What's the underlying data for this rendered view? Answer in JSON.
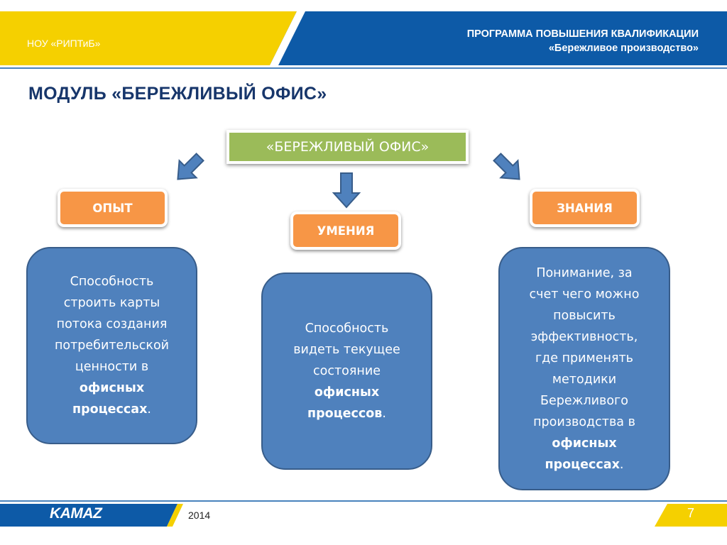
{
  "header": {
    "org": "НОУ «РИПТиБ»",
    "program_line1": "ПРОГРАММА ПОВЫШЕНИЯ КВАЛИФИКАЦИИ",
    "program_line2": "«Бережливое производство»"
  },
  "title": "МОДУЛЬ «БЕРЕЖЛИВЫЙ ОФИС»",
  "center": "«БЕРЕЖЛИВЫЙ ОФИС»",
  "labels": {
    "left": "ОПЫТ",
    "middle": "УМЕНИЯ",
    "right": "ЗНАНИЯ"
  },
  "cards": {
    "left": {
      "lines": [
        "Способность",
        "строить карты",
        "потока создания",
        "потребительской",
        "ценности в"
      ],
      "bold1": "офисных",
      "bold2": "процессах",
      "tail": "."
    },
    "middle": {
      "lines": [
        "Способность",
        "видеть текущее",
        "состояние"
      ],
      "bold1": "офисных",
      "bold2": "процессов",
      "tail": "."
    },
    "right": {
      "lines": [
        "Понимание, за",
        "счет чего можно",
        "повысить",
        "эффективность,",
        "где применять",
        "методики",
        "Бережливого",
        "производства в"
      ],
      "bold1": "офисных",
      "bold2": "процессах",
      "tail": "."
    }
  },
  "footer": {
    "logo": "KAMAZ",
    "year": "2014",
    "page": "7"
  },
  "colors": {
    "brand_blue": "#0d5aa7",
    "brand_yellow": "#f5d000",
    "green_box": "#9bbb59",
    "orange_box": "#f79646",
    "card_blue": "#4f81bd",
    "title": "#17366b"
  }
}
